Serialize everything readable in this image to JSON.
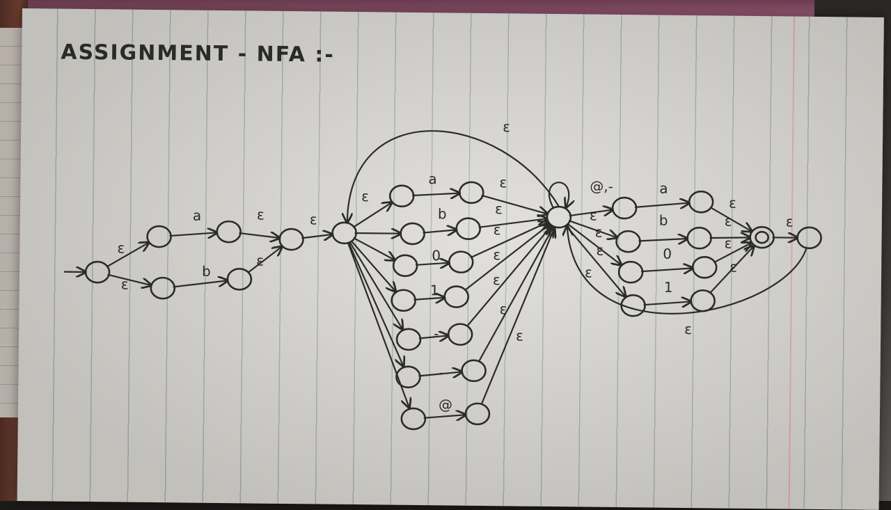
{
  "title": "ASSIGNMENT - NFA :-",
  "diagram": {
    "type": "nfa",
    "nodes": [
      {
        "id": "q0",
        "start": true
      },
      {
        "id": "q1"
      },
      {
        "id": "q2"
      },
      {
        "id": "q3"
      },
      {
        "id": "q4"
      },
      {
        "id": "q5"
      },
      {
        "id": "q6"
      },
      {
        "id": "a1"
      },
      {
        "id": "a2"
      },
      {
        "id": "b1"
      },
      {
        "id": "b2"
      },
      {
        "id": "z1"
      },
      {
        "id": "z2"
      },
      {
        "id": "o1"
      },
      {
        "id": "o2"
      },
      {
        "id": "m1"
      },
      {
        "id": "m2"
      },
      {
        "id": "d1"
      },
      {
        "id": "d2"
      },
      {
        "id": "t1"
      },
      {
        "id": "t2"
      },
      {
        "id": "q7"
      },
      {
        "id": "ra1"
      },
      {
        "id": "ra2"
      },
      {
        "id": "rb1"
      },
      {
        "id": "rb2"
      },
      {
        "id": "rz1"
      },
      {
        "id": "rz2"
      },
      {
        "id": "ro1"
      },
      {
        "id": "ro2"
      },
      {
        "id": "q8",
        "accept": true
      },
      {
        "id": "q9"
      }
    ],
    "edges": [
      {
        "from": "q0",
        "to": "q1",
        "label": "ε"
      },
      {
        "from": "q0",
        "to": "q3",
        "label": "ε"
      },
      {
        "from": "q1",
        "to": "q2",
        "label": "a"
      },
      {
        "from": "q3",
        "to": "q4",
        "label": "b"
      },
      {
        "from": "q2",
        "to": "q5",
        "label": "ε"
      },
      {
        "from": "q4",
        "to": "q5",
        "label": "ε"
      },
      {
        "from": "q5",
        "to": "q6",
        "label": "ε"
      },
      {
        "from": "q6",
        "to": "a1",
        "label": "ε"
      },
      {
        "from": "q6",
        "to": "b1",
        "label": ""
      },
      {
        "from": "q6",
        "to": "z1",
        "label": ""
      },
      {
        "from": "q6",
        "to": "o1",
        "label": ""
      },
      {
        "from": "q6",
        "to": "m1",
        "label": ""
      },
      {
        "from": "q6",
        "to": "d1",
        "label": ""
      },
      {
        "from": "q6",
        "to": "t1",
        "label": ""
      },
      {
        "from": "a1",
        "to": "a2",
        "label": "a"
      },
      {
        "from": "b1",
        "to": "b2",
        "label": "b"
      },
      {
        "from": "z1",
        "to": "z2",
        "label": "0"
      },
      {
        "from": "o1",
        "to": "o2",
        "label": "1"
      },
      {
        "from": "m1",
        "to": "m2",
        "label": "-"
      },
      {
        "from": "d1",
        "to": "d2",
        "label": "."
      },
      {
        "from": "t1",
        "to": "t2",
        "label": "@"
      },
      {
        "from": "a2",
        "to": "q7",
        "label": "ε"
      },
      {
        "from": "b2",
        "to": "q7",
        "label": "ε"
      },
      {
        "from": "z2",
        "to": "q7",
        "label": "ε"
      },
      {
        "from": "o2",
        "to": "q7",
        "label": "ε"
      },
      {
        "from": "m2",
        "to": "q7",
        "label": "ε"
      },
      {
        "from": "d2",
        "to": "q7",
        "label": "ε"
      },
      {
        "from": "t2",
        "to": "q7",
        "label": "ε"
      },
      {
        "from": "q7",
        "to": "q6",
        "label": "ε"
      },
      {
        "from": "q7",
        "to": "q7",
        "label": "@,-"
      },
      {
        "from": "q7",
        "to": "ra1",
        "label": "ε"
      },
      {
        "from": "q7",
        "to": "rb1",
        "label": "ε"
      },
      {
        "from": "q7",
        "to": "rz1",
        "label": "ε"
      },
      {
        "from": "q7",
        "to": "ro1",
        "label": "ε"
      },
      {
        "from": "ra1",
        "to": "ra2",
        "label": "a"
      },
      {
        "from": "rb1",
        "to": "rb2",
        "label": "b"
      },
      {
        "from": "rz1",
        "to": "rz2",
        "label": "0"
      },
      {
        "from": "ro1",
        "to": "ro2",
        "label": "1"
      },
      {
        "from": "ra2",
        "to": "q8",
        "label": "ε"
      },
      {
        "from": "rb2",
        "to": "q8",
        "label": "ε"
      },
      {
        "from": "rz2",
        "to": "q8",
        "label": "ε"
      },
      {
        "from": "ro2",
        "to": "q8",
        "label": "ε"
      },
      {
        "from": "q8",
        "to": "q9",
        "label": "ε"
      },
      {
        "from": "q9",
        "to": "q7",
        "label": "ε"
      }
    ]
  }
}
